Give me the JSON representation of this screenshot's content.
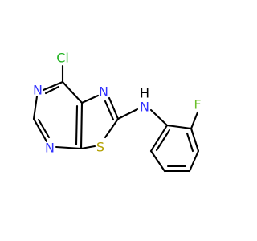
{
  "colors": {
    "background": "#ffffff",
    "bond": "#000000",
    "N": "#3333ff",
    "S": "#b3a000",
    "Cl": "#22b322",
    "F": "#6abf2a",
    "H": "#000000"
  },
  "atoms": {
    "cl": "Cl",
    "n_ring_top": "N",
    "n_ring_bottom": "N",
    "n_thiazole": "N",
    "s_thiazole": "S",
    "nh_n": "N",
    "nh_h": "H",
    "f": "F"
  }
}
